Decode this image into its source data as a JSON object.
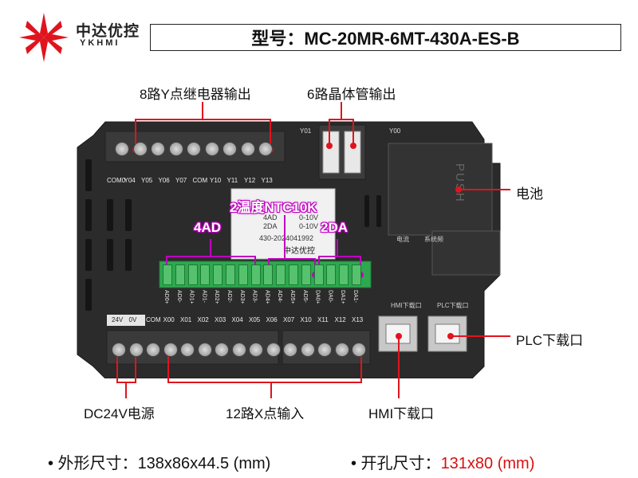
{
  "brand": {
    "name_cn": "中达优控",
    "name_en": "YKHMI"
  },
  "model": {
    "label": "型号：MC-20MR-6MT-430A-ES-B"
  },
  "callouts": {
    "relay_out": "8路Y点继电器输出",
    "transistor_out": "6路晶体管输出",
    "battery": "电池",
    "plc_port": "PLC下载口",
    "hmi_port": "HMI下载口",
    "power": "DC24V电源",
    "x_inputs": "12路X点输入",
    "ad": "4AD",
    "ntc": "2温度NTC10K",
    "da": "2DA"
  },
  "device": {
    "top_terminal_labels": [
      "COM0",
      "Y04",
      "Y05",
      "Y06",
      "Y07",
      "COM",
      "Y10",
      "Y11",
      "Y12",
      "Y13"
    ],
    "bottom_terminal_labels": [
      "24V",
      "0V",
      "COM",
      "X00",
      "X01",
      "X02",
      "X03",
      "X04",
      "X05",
      "X06",
      "X07",
      "X10",
      "X11",
      "X12",
      "X13"
    ],
    "analog_labels": [
      "AD0+",
      "AD0-",
      "AD1+",
      "AD1-",
      "AD2+",
      "AD2-",
      "AD3+",
      "AD3-",
      "AD4+",
      "AD4-",
      "AD5+",
      "AD5-",
      "DA0+",
      "DA0-",
      "DA1+",
      "DA1-"
    ],
    "y01": "Y01",
    "y00": "Y00",
    "push": "PUSH",
    "sticker": {
      "line1": "4AD",
      "line1_val": "0-10V",
      "line2": "2DA",
      "line2_val": "0-10V",
      "serial": "430-2024041992",
      "brand": "中达优控"
    },
    "port_label_hmi": "HMI下载口",
    "port_label_plc": "PLC下载口",
    "panel_label_1": "电流",
    "panel_label_2": "系统频"
  },
  "specs": {
    "size_label": "• 外形尺寸：",
    "size_value": "138x86x44.5 (mm)",
    "cutout_label": "• 开孔尺寸：",
    "cutout_value": "131x80 (mm)"
  },
  "colors": {
    "accent_red": "#e0141e",
    "annotation_magenta": "#c000c0",
    "terminal_green": "#2fa84f",
    "device_body": "#2b2b2b"
  }
}
